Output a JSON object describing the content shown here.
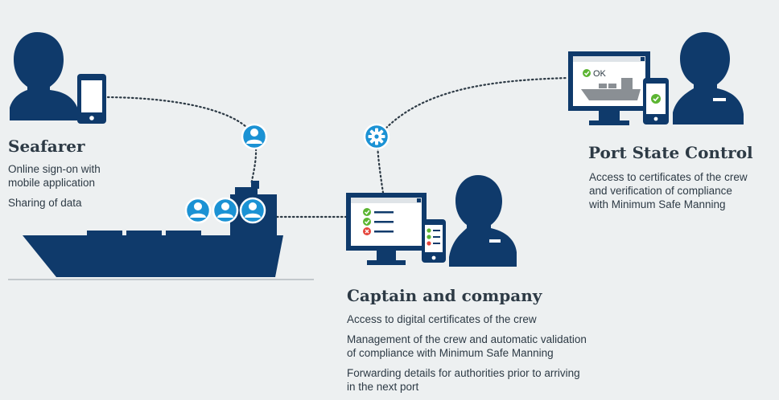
{
  "colors": {
    "primary": "#0f3a6b",
    "accent": "#1b92d4",
    "ok": "#5cb532",
    "error": "#e5453c",
    "ship_gray": "#8a8f94",
    "background": "#edf0f1"
  },
  "seafarer": {
    "title": "Seafarer",
    "lines": [
      "Online sign-on with\nmobile application",
      "Sharing of data"
    ]
  },
  "captain": {
    "title": "Captain and company",
    "lines": [
      "Access to digital certificates of the crew",
      "Management of the crew and automatic validation\nof compliance with Minimum Safe Manning",
      "Forwarding details for authorities prior to arriving\nin the next port"
    ]
  },
  "port_state": {
    "title": "Port State Control",
    "lines": [
      "Access to certificates of the crew\nand verification of compliance\nwith Minimum Safe Manning"
    ],
    "ok_label": "OK"
  },
  "icons": {
    "seafarer": "person-icon",
    "phone": "smartphone-icon",
    "ship": "ship-icon",
    "crew": "crew-member-icon",
    "settings": "gear-icon",
    "monitor": "monitor-icon",
    "check": "check-icon",
    "cross": "cross-icon",
    "close": "window-close-icon"
  }
}
